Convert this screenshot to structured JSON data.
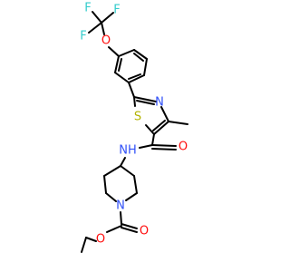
{
  "colors": {
    "background": "#ffffff",
    "bond": "#000000",
    "F": "#33cccc",
    "O": "#ff0d0d",
    "N": "#3050f8",
    "S": "#b3b300"
  },
  "atoms": [
    {
      "key": "F1",
      "text": "F",
      "element": "F"
    },
    {
      "key": "F2",
      "text": "F",
      "element": "F"
    },
    {
      "key": "F3",
      "text": "F",
      "element": "F"
    },
    {
      "key": "O_ether",
      "text": "O",
      "element": "O"
    },
    {
      "key": "N_thiazole",
      "text": "N",
      "element": "N"
    },
    {
      "key": "S_thiazole",
      "text": "S",
      "element": "S"
    },
    {
      "key": "O_amide",
      "text": "O",
      "element": "O"
    },
    {
      "key": "NH_amide",
      "text": "NH",
      "element": "N"
    },
    {
      "key": "N_piperidine",
      "text": "N",
      "element": "N"
    },
    {
      "key": "O_carbonyl",
      "text": "O",
      "element": "O"
    },
    {
      "key": "O_ester",
      "text": "O",
      "element": "O"
    }
  ]
}
